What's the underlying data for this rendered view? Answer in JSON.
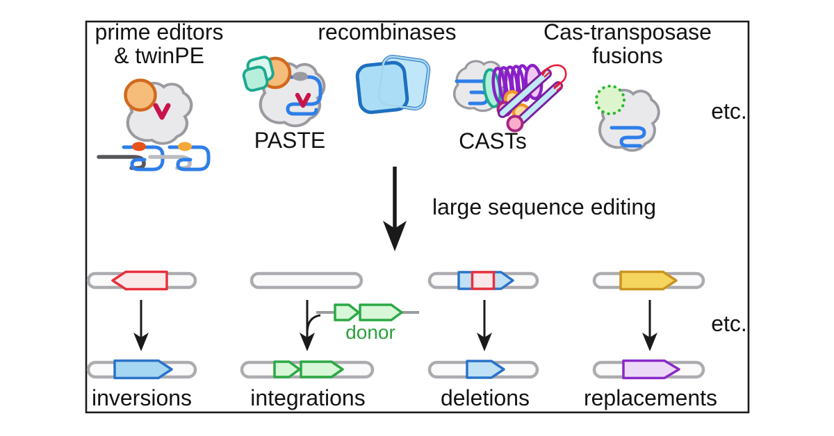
{
  "figure": {
    "top_row": {
      "prime_editors": {
        "line1": "prime editors",
        "line2": "& twinPE"
      },
      "recombinases_label": "recombinases",
      "paste_label": "PASTE",
      "casts_label": "CASTs",
      "cas_transposase": {
        "line1": "Cas-transposase",
        "line2": "fusions"
      },
      "etc_label": "etc."
    },
    "process": {
      "label": "large sequence editing"
    },
    "bottom_row": {
      "outcomes": [
        {
          "label": "inversions"
        },
        {
          "label": "integrations"
        },
        {
          "label": "deletions"
        },
        {
          "label": "replacements"
        }
      ],
      "donor_label": "donor",
      "etc_label": "etc."
    },
    "colors": {
      "frame": "#1a1a1a",
      "cas_body_fill": "#e9e9ec",
      "cas_body_stroke": "#9a9aa0",
      "rt_domain_fill": "#f5bc7a",
      "rt_domain_stroke": "#d2691e",
      "edit_mark_red": "#c8144a",
      "rna_blue": "#2e7ee8",
      "recombinase_fill": "#b3e1f8",
      "recombinase_stroke": "#1e6fc0",
      "integrase_teal_fill": "#c6f2e2",
      "integrase_teal_stroke": "#1ea890",
      "coil_purple": "#8a1fc8",
      "coil_cap_fill": "#f4c8f2",
      "dna_rod_fill": "#bfeaf6",
      "dna_rod_stroke": "#7a1fa0",
      "transposase_green": "#2bb830",
      "transposase_green_fill": "#ddf5cc",
      "chromosome_fill": "#fafafa",
      "chromosome_stroke": "#acacb0",
      "inversion_red_stroke": "#e8303c",
      "inversion_red_fill": "#fbe9e9",
      "segment_blue_stroke": "#2a72c8",
      "segment_blue_fill": "#a6d7f2",
      "donor_green_stroke": "#2ca844",
      "donor_green_fill": "#d8f6d8",
      "donor_text": "#2ba03c",
      "replace_yellow_fill": "#f6d55f",
      "replace_yellow_stroke": "#c9941f",
      "replace_purple_fill": "#ecd9f8",
      "replace_purple_stroke": "#8a28c8"
    }
  }
}
